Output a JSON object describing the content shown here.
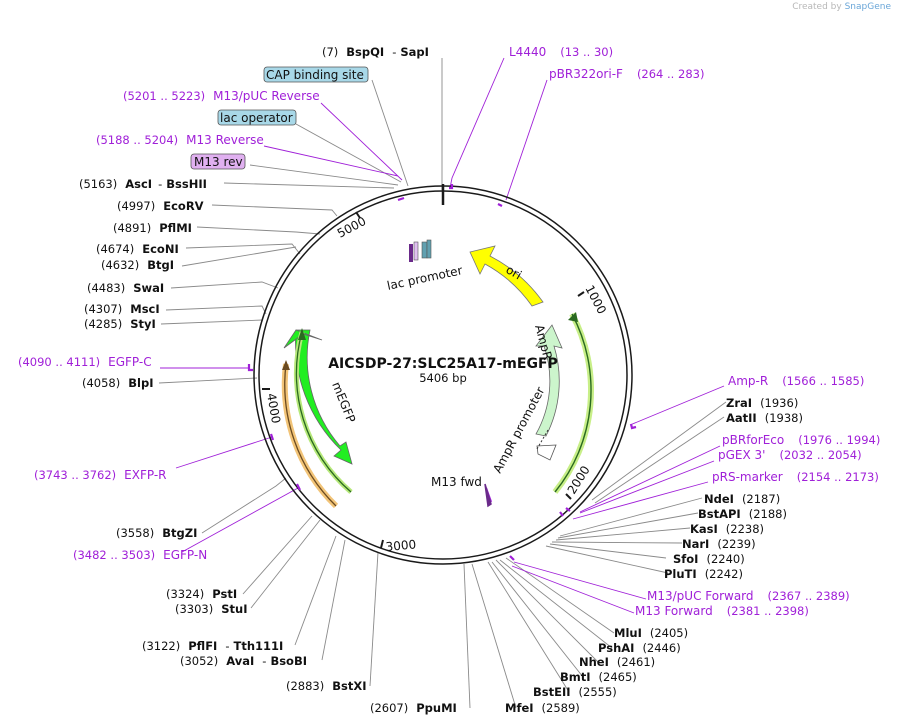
{
  "credit": {
    "prefix": "Created by",
    "brand": "SnapGene"
  },
  "plasmid": {
    "name": "AICSDP-27:SLC25A17-mEGFP",
    "size_label": "5406 bp"
  },
  "ticks": [
    "1000",
    "2000",
    "3000",
    "4000",
    "5000"
  ],
  "features": {
    "lac_promoter": "lac promoter",
    "ori": "ori",
    "ampr": "AmpR",
    "ampr_promoter": "AmpR promoter",
    "megfp": "mEGFP",
    "m13_fwd": "M13 fwd"
  },
  "boxed_labels": {
    "cap": "CAP binding site",
    "lac_operator": "lac operator",
    "m13_rev": "M13 rev"
  },
  "enzymes": {
    "bspqi_sapi": {
      "pos": "(7)",
      "name": "BspQI",
      "sep": "-",
      "name2": "SapI"
    },
    "asci_bsshii": {
      "pos": "(5163)",
      "name": "AscI",
      "sep": "-",
      "name2": "BssHII"
    },
    "ecorv": {
      "pos": "(4997)",
      "name": "EcoRV"
    },
    "pflmi": {
      "pos": "(4891)",
      "name": "PflMI"
    },
    "econi": {
      "pos": "(4674)",
      "name": "EcoNI"
    },
    "btgi": {
      "pos": "(4632)",
      "name": "BtgI"
    },
    "swai": {
      "pos": "(4483)",
      "name": "SwaI"
    },
    "msci": {
      "pos": "(4307)",
      "name": "MscI"
    },
    "styi": {
      "pos": "(4285)",
      "name": "StyI"
    },
    "blpi": {
      "pos": "(4058)",
      "name": "BlpI"
    },
    "btgzi": {
      "pos": "(3558)",
      "name": "BtgZI"
    },
    "psti": {
      "pos": "(3324)",
      "name": "PstI"
    },
    "stui": {
      "pos": "(3303)",
      "name": "StuI"
    },
    "pflfi_tth": {
      "pos": "(3122)",
      "name": "PflFI",
      "sep": "-",
      "name2": "Tth111I"
    },
    "avai_bsobi": {
      "pos": "(3052)",
      "name": "AvaI",
      "sep": "-",
      "name2": "BsoBI"
    },
    "bstxi": {
      "pos": "(2883)",
      "name": "BstXI"
    },
    "ppumi": {
      "pos": "(2607)",
      "name": "PpuMI"
    },
    "mfei": {
      "name": "MfeI",
      "pos": "(2589)"
    },
    "bsteii": {
      "name": "BstEII",
      "pos": "(2555)"
    },
    "bmti": {
      "name": "BmtI",
      "pos": "(2465)"
    },
    "nhei": {
      "name": "NheI",
      "pos": "(2461)"
    },
    "pshai": {
      "name": "PshAI",
      "pos": "(2446)"
    },
    "mlui": {
      "name": "MluI",
      "pos": "(2405)"
    },
    "pluti": {
      "name": "PluTI",
      "pos": "(2242)"
    },
    "sfoi": {
      "name": "SfoI",
      "pos": "(2240)"
    },
    "nari": {
      "name": "NarI",
      "pos": "(2239)"
    },
    "kasi": {
      "name": "KasI",
      "pos": "(2238)"
    },
    "bstapi": {
      "name": "BstAPI",
      "pos": "(2188)"
    },
    "ndei": {
      "name": "NdeI",
      "pos": "(2187)"
    },
    "aatii": {
      "name": "AatII",
      "pos": "(1938)"
    },
    "zrai": {
      "name": "ZraI",
      "pos": "(1936)"
    }
  },
  "primers": {
    "l4440": {
      "name": "L4440",
      "range": "(13 .. 30)"
    },
    "pbr322ori": {
      "name": "pBR322ori-F",
      "range": "(264 .. 283)"
    },
    "m13puc_rev": {
      "range": "(5201 .. 5223)",
      "name": "M13/pUC Reverse"
    },
    "m13_rev": {
      "range": "(5188 .. 5204)",
      "name": "M13 Reverse"
    },
    "egfp_c": {
      "range": "(4090 .. 4111)",
      "name": "EGFP-C"
    },
    "exfp_r": {
      "range": "(3743 .. 3762)",
      "name": "EXFP-R"
    },
    "egfp_n": {
      "range": "(3482 .. 3503)",
      "name": "EGFP-N"
    },
    "amp_r": {
      "name": "Amp-R",
      "range": "(1566 .. 1585)"
    },
    "pbrforeco": {
      "name": "pBRforEco",
      "range": "(1976 .. 1994)"
    },
    "pgex3": {
      "name": "pGEX 3'",
      "range": "(2032 .. 2054)"
    },
    "prs_marker": {
      "name": "pRS-marker",
      "range": "(2154 .. 2173)"
    },
    "m13puc_fwd": {
      "name": "M13/pUC Forward",
      "range": "(2367 .. 2389)"
    },
    "m13_forward": {
      "name": "M13 Forward",
      "range": "(2381 .. 2398)"
    }
  },
  "colors": {
    "backbone": "#1a1a1a",
    "primer": "#a020d8",
    "ori_fill": "#ffff00",
    "ampr_fill": "#ccf5cc",
    "megfp_fill": "#22ee22",
    "feature_box": "#a8d8e8",
    "m13rev_box": "#e0b0f0"
  }
}
